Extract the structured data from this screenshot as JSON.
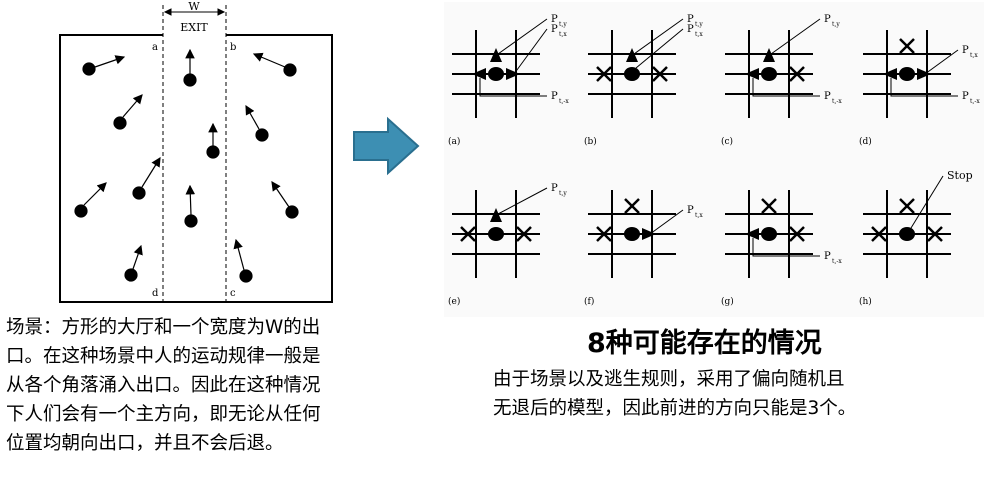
{
  "room": {
    "width_label": "W",
    "exit_label": "EXIT",
    "corner_a": "a",
    "corner_b": "b",
    "corner_c": "c",
    "corner_d": "d"
  },
  "cells": [
    {
      "label": "(a)",
      "callouts": [
        "P",
        "P",
        "P"
      ]
    },
    {
      "label": "(b)",
      "callouts": [
        "P",
        "P"
      ]
    },
    {
      "label": "(c)",
      "callouts": [
        "P",
        "P"
      ]
    },
    {
      "label": "(d)",
      "callouts": [
        "P",
        "P"
      ]
    },
    {
      "label": "(e)",
      "callouts": [
        "P"
      ]
    },
    {
      "label": "(f)",
      "callouts": [
        "P"
      ]
    },
    {
      "label": "(g)",
      "callouts": [
        "P"
      ]
    },
    {
      "label": "(h)",
      "callouts": [
        "Stop"
      ]
    }
  ],
  "subscripts": {
    "ty": "t,y",
    "tx": "t,x",
    "t_minus_x": "t,-x"
  },
  "heading": "8种可能存在的情况",
  "left_caption": [
    "场景：方形的大厅和一个宽度为W的出",
    "口。在这种场景中人的运动规律一般是",
    "从各个角落涌入出口。因此在这种情况",
    "下人们会有一个主方向，即无论从任何",
    "位置均朝向出口，并且不会后退。"
  ],
  "right_caption": [
    "由于场景以及逃生规则，采用了偏向随机且",
    "无退后的模型，因此前进的方向只能是3个。"
  ],
  "colors": {
    "arrow_fill": "#3d8fb3",
    "arrow_stroke": "#2a6f8f",
    "grid_bg": "#fafafa"
  }
}
